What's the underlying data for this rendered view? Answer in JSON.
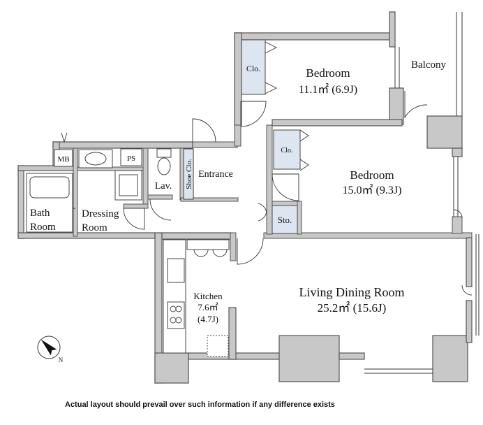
{
  "rooms": {
    "bedroom1": {
      "name": "Bedroom",
      "area": "11.1㎡ (6.9J)"
    },
    "bedroom2": {
      "name": "Bedroom",
      "area": "15.0㎡ (9.3J)"
    },
    "living": {
      "name": "Living Dining Room",
      "area": "25.2㎡ (15.6J)"
    },
    "kitchen": {
      "name": "Kitchen",
      "area_m2": "7.6㎡",
      "area_j": "(4.7J)"
    },
    "bath": {
      "line1": "Bath",
      "line2": "Room"
    },
    "dressing": {
      "line1": "Dressing",
      "line2": "Room"
    },
    "balcony": "Balcony",
    "entrance": "Entrance",
    "lav": "Lav.",
    "shoe_closet": "Shoe Clo.",
    "closet1": "Clo.",
    "closet2": "Clo.",
    "storage": "Sto.",
    "mb": "MB",
    "ps": "PS"
  },
  "compass": {
    "north_label": "N"
  },
  "disclaimer": "Actual layout should prevail over such information if any difference exists",
  "colors": {
    "wall": "#c8c8c8",
    "closet": "#dde6f0"
  }
}
